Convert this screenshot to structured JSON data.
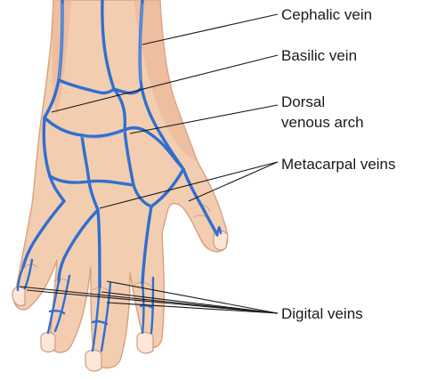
{
  "labels": {
    "cephalic_vein": "Cephalic vein",
    "basilic_vein": "Basilic vein",
    "dorsal_venous_arch_line1": "Dorsal",
    "dorsal_venous_arch_line2": "venous arch",
    "metacarpal_veins": "Metacarpal veins",
    "digital_veins": "Digital veins"
  },
  "colors": {
    "vein": "#2f6fd1",
    "skin": "#f3cdb0",
    "nail": "#fbe6d8",
    "leader_line": "#1a1a1a"
  }
}
